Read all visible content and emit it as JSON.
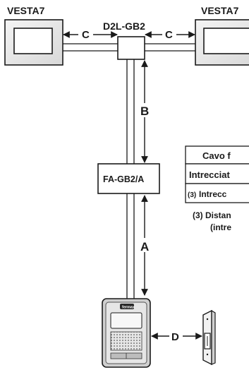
{
  "devices": {
    "monitor_left": "VESTA7",
    "monitor_right": "VESTA7",
    "distributor": "D2L-GB2",
    "power_supply": "FA-GB2/A",
    "panel_brand": "fermax"
  },
  "distances": {
    "c_left": "C",
    "c_right": "C",
    "b": "B",
    "a": "A",
    "d": "D"
  },
  "table": {
    "row1": "Cavo f",
    "row2": "Intrecciat",
    "row3_prefix": "(3)",
    "row3": "Intrecc"
  },
  "note": {
    "line1": "(3) Distan",
    "line2": "(intre"
  }
}
